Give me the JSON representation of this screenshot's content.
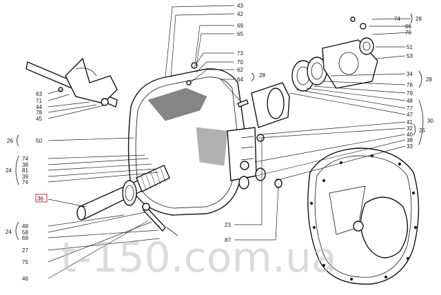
{
  "watermark": "t-150.com.ua",
  "highlighted_label": "36",
  "labels": {
    "left": [
      "63",
      "71",
      "44",
      "78",
      "45",
      "26",
      "50",
      "24",
      "74",
      "38",
      "81",
      "39",
      "74",
      "36",
      "24",
      "49",
      "58",
      "69",
      "27",
      "75",
      "46"
    ],
    "center": [
      "43",
      "42",
      "69",
      "65",
      "73",
      "70",
      "62",
      "28",
      "64",
      "23",
      "87"
    ],
    "right": [
      "74",
      "28",
      "66",
      "70",
      "51",
      "53",
      "34",
      "78",
      "79",
      "48",
      "77",
      "47",
      "41",
      "32",
      "40",
      "38",
      "33",
      "28",
      "30",
      "25"
    ]
  }
}
